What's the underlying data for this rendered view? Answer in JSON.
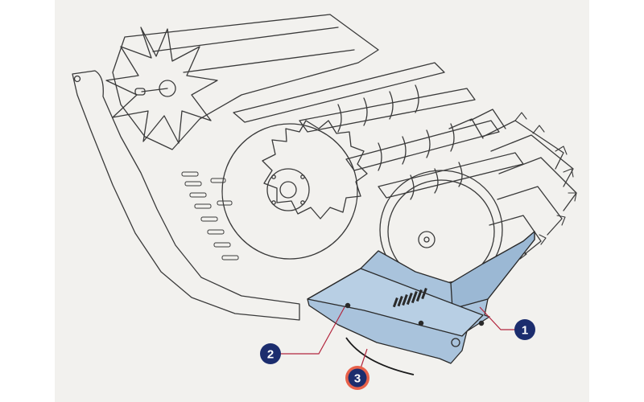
{
  "diagram": {
    "colors": {
      "page_background": "#f2f1ee",
      "line_art": "#3a3a3a",
      "highlight_fill": "#a9c3dc",
      "highlight_stroke": "#2a2a2a",
      "callout_blue": "#1c2d6e",
      "callout_orange": "#e8614a",
      "leader_red": "#b3263e"
    },
    "callouts": [
      {
        "number": "1",
        "style": "blue"
      },
      {
        "number": "2",
        "style": "blue"
      },
      {
        "number": "3",
        "style": "orange-ring"
      }
    ]
  }
}
